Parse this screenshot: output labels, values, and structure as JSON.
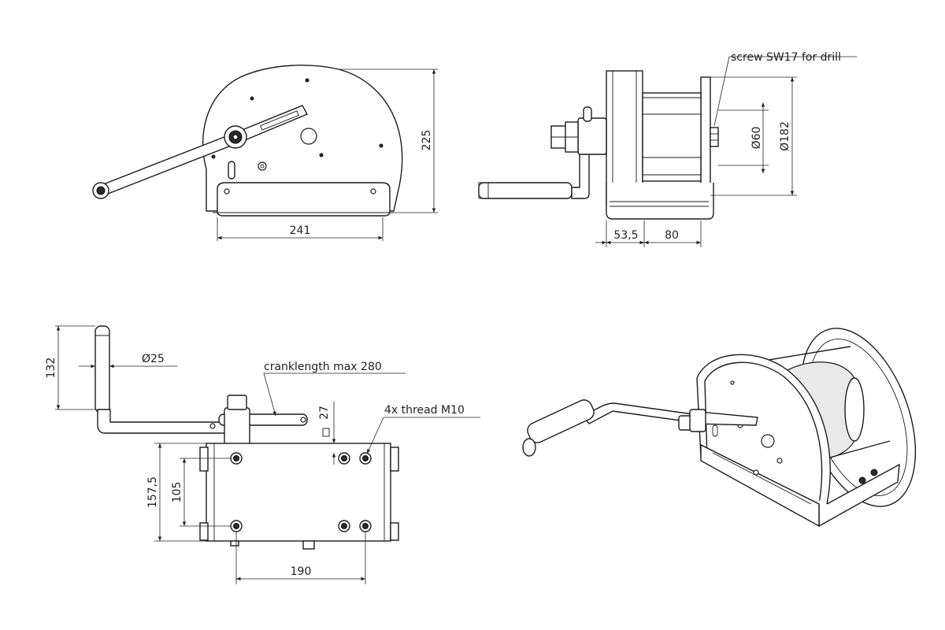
{
  "views": {
    "front": {
      "dim_width": "241",
      "dim_height": "225"
    },
    "side": {
      "note": "screw SW17 for drill",
      "dim_drum": "Ø60",
      "dim_flange": "Ø182",
      "dim_offset": "53,5",
      "dim_base": "80"
    },
    "top": {
      "dim_handle_length": "132",
      "dim_handle_dia": "Ø25",
      "note_crank": "cranklength max 280",
      "dim_small": "27",
      "note_thread": "4x thread M10",
      "dim_depth": "157,5",
      "dim_hole_spacing_y": "105",
      "dim_hole_spacing_x": "190"
    },
    "iso": {}
  },
  "colors": {
    "line": "#1c1c1c",
    "background": "#ffffff"
  }
}
